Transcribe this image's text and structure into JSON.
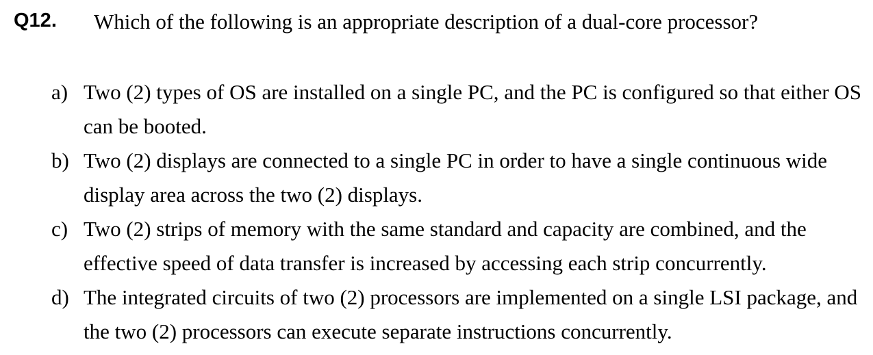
{
  "question": {
    "number": "Q12.",
    "text": "Which of the following is an appropriate description of a dual-core processor?"
  },
  "options": [
    {
      "label": "a)",
      "text": "Two (2) types of OS are installed on a single PC, and the PC is configured so that either OS can be booted."
    },
    {
      "label": "b)",
      "text": "Two (2) displays are connected to a single PC in order to have a single continuous wide display area across the two (2) displays."
    },
    {
      "label": "c)",
      "text": "Two (2) strips of memory with the same standard and capacity are combined, and the effective speed of data transfer is increased by accessing each strip concurrently."
    },
    {
      "label": "d)",
      "text": "The integrated circuits of two (2) processors are implemented on a single LSI package, and the two (2) processors can execute separate instructions concurrently."
    }
  ]
}
